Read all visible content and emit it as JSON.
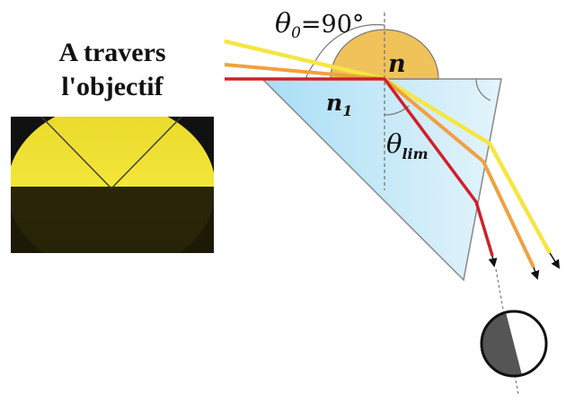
{
  "caption": {
    "line1": "A travers",
    "line2": "l'objectif"
  },
  "labels": {
    "theta0_symbol": "θ",
    "theta0_sub": "0",
    "theta0_value": "=90°",
    "n": "n",
    "n1_base": "n",
    "n1_sub": "1",
    "theta_lim_symbol": "θ",
    "theta_lim_sub": "lim"
  },
  "colors": {
    "prism_fill": "#bfe6f6",
    "semicircle_fill": "#f0c25a",
    "ray_red": "#d0202a",
    "ray_orange": "#f0a040",
    "ray_yellow": "#f5e642",
    "eyepiece_dark": "#555555",
    "view_yellow": "#f2e53a"
  }
}
